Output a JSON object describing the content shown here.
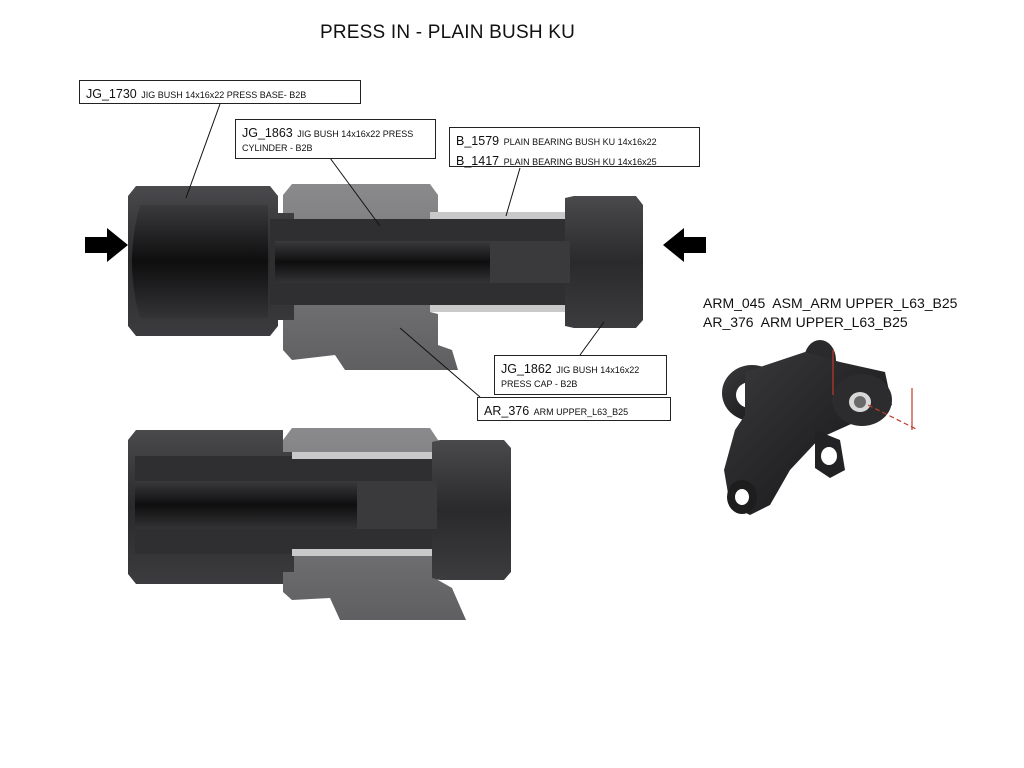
{
  "title": "PRESS IN - PLAIN BUSH KU",
  "callouts": {
    "press_base": {
      "code": "JG_1730",
      "desc": "JIG BUSH 14x16x22 PRESS BASE- B2B"
    },
    "press_cylinder": {
      "code": "JG_1863",
      "desc_line1": "JIG BUSH 14x16x22 PRESS",
      "desc_line2": "CYLINDER - B2B"
    },
    "bearing_bush": {
      "line1_code": "B_1579",
      "line1_desc": "PLAIN BEARING BUSH KU 14x16x22",
      "line2_code": "B_1417",
      "line2_desc": "PLAIN BEARING BUSH KU 14x16x25"
    },
    "press_cap": {
      "code": "JG_1862",
      "desc_line1": "JIG BUSH 14x16x22",
      "desc_line2": "PRESS CAP - B2B"
    },
    "arm_upper": {
      "code": "AR_376",
      "desc": "ARM UPPER_L63_B25"
    }
  },
  "assembly": {
    "line1": "ARM_045  ASM_ARM UPPER_L63_B25",
    "line2": "AR_376  ARM UPPER_L63_B25"
  },
  "colors": {
    "tool_dark": "#2b2b2d",
    "tool_shade": "#3d3d40",
    "bore": "#141415",
    "part_grey": "#6e6e70",
    "bush_light": "#c9c9c9",
    "arrow": "#000000",
    "dim_red": "#c0392b"
  },
  "icons": {
    "left_arrow": "arrow-right-icon",
    "right_arrow": "arrow-left-icon"
  }
}
